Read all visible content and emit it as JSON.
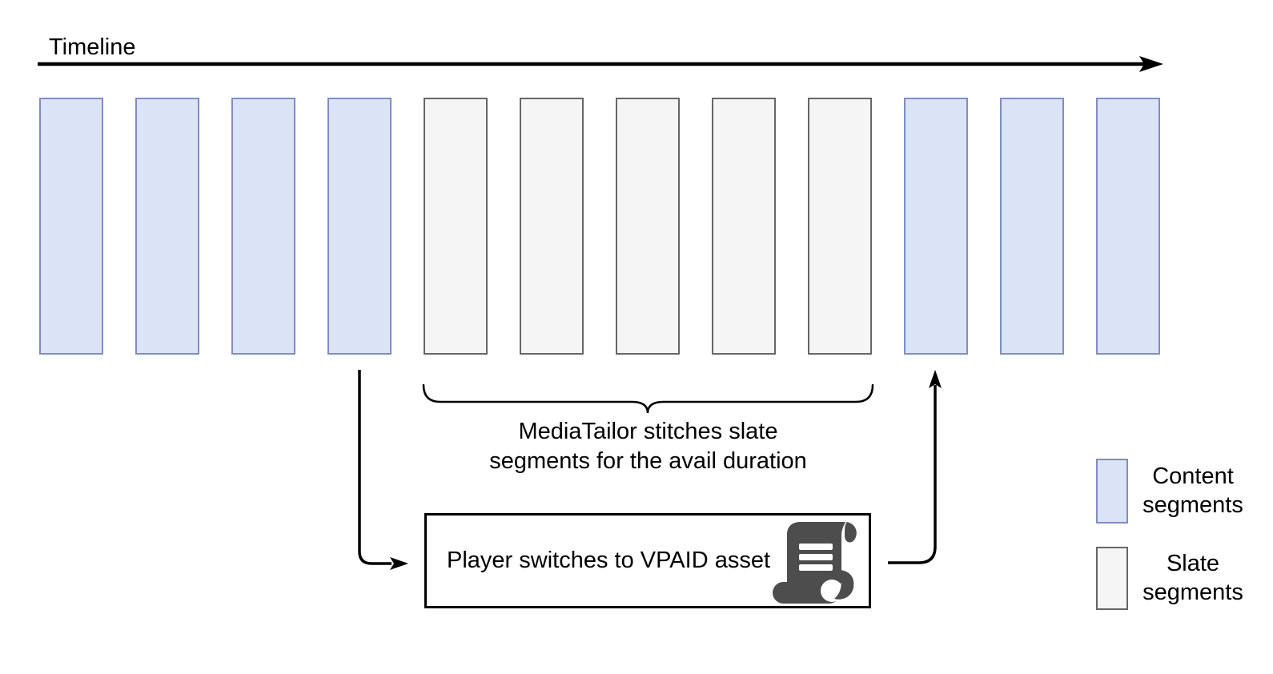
{
  "colors": {
    "content_fill": "#dbe3f7",
    "content_stroke": "#7e8fbe",
    "slate_fill": "#f5f5f5",
    "slate_stroke": "#666666",
    "arrow": "#000000",
    "icon_fill": "#4d4d4d"
  },
  "timeline": {
    "label": "Timeline",
    "segments": [
      {
        "type": "content"
      },
      {
        "type": "content"
      },
      {
        "type": "content"
      },
      {
        "type": "content"
      },
      {
        "type": "slate"
      },
      {
        "type": "slate"
      },
      {
        "type": "slate"
      },
      {
        "type": "slate"
      },
      {
        "type": "slate"
      },
      {
        "type": "content"
      },
      {
        "type": "content"
      },
      {
        "type": "content"
      }
    ]
  },
  "annotations": {
    "stitch_line1": "MediaTailor stitches slate",
    "stitch_line2": "segments for the avail duration"
  },
  "player_box": {
    "label": "Player switches to VPAID asset",
    "icon": "scroll-icon"
  },
  "legend": {
    "items": [
      {
        "type": "content",
        "line1": "Content",
        "line2": "segments"
      },
      {
        "type": "slate",
        "line1": "Slate",
        "line2": "segments"
      }
    ]
  }
}
